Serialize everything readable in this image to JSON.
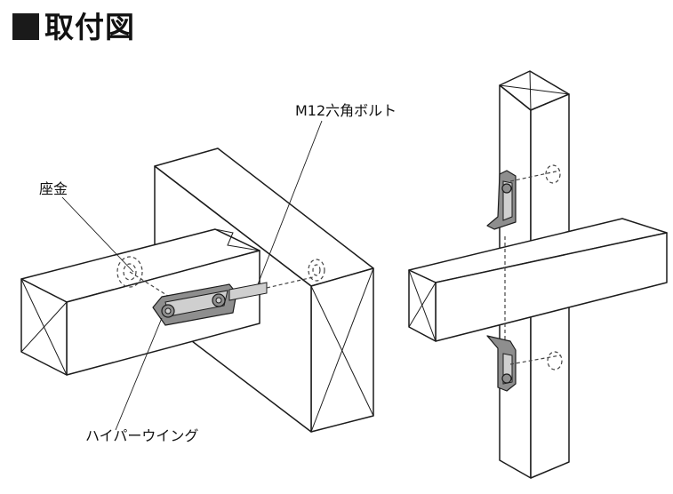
{
  "title": {
    "marker": "■",
    "text": "取付図"
  },
  "labels": {
    "bolt": "M12六角ボルト",
    "washer": "座金",
    "wing": "ハイパーウイング"
  }
}
